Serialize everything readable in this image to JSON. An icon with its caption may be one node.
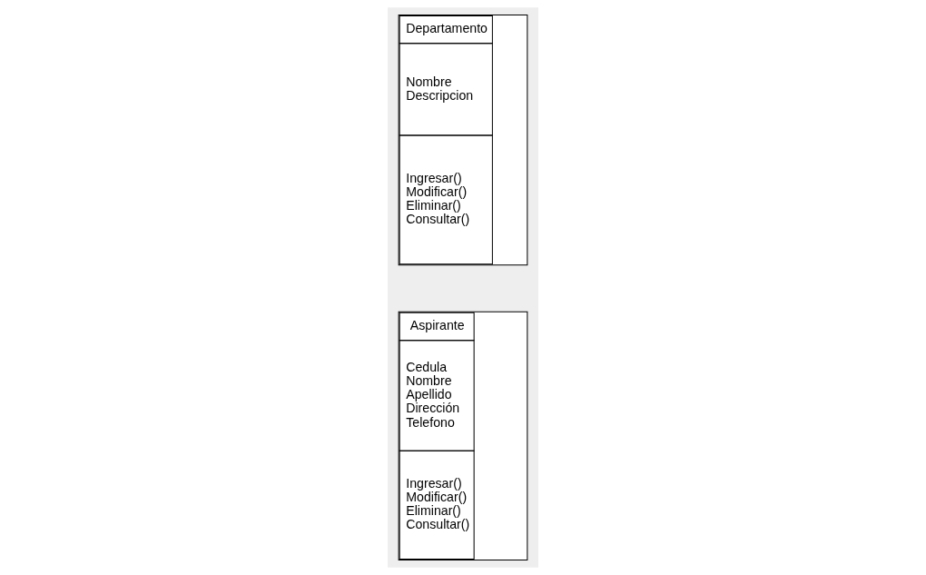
{
  "diagram": {
    "nodes": [
      {
        "text": [
          "Aspirante",
          "Cedula",
          "Nombre",
          "Apellido",
          "Dirección",
          "Telefono",
          "Ingresar()",
          "Modificar()",
          "Eliminar()",
          "Consultar()"
        ]
      },
      {
        "text": [
          "Departamento",
          "Nombre",
          "Descripcion",
          "Ingresar()",
          "Modificar()",
          "Eliminar()",
          "Consultar()"
        ]
      }
    ]
  }
}
